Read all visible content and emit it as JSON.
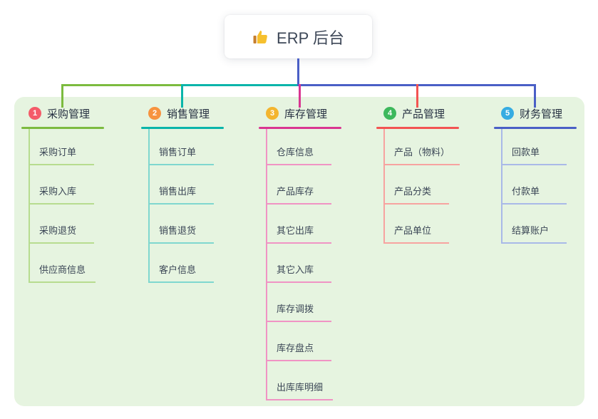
{
  "root": {
    "title": "ERP 后台",
    "icon": "thumbs-up-icon"
  },
  "branches": [
    {
      "num": "1",
      "label": "采购管理",
      "accent": "#7cbb3f",
      "light": "#b7dc8f",
      "badge_color": "#f45b69",
      "items": [
        "采购订单",
        "采购入库",
        "采购退货",
        "供应商信息"
      ]
    },
    {
      "num": "2",
      "label": "销售管理",
      "accent": "#0ab5aa",
      "light": "#7fd7cf",
      "badge_color": "#f7933f",
      "items": [
        "销售订单",
        "销售出库",
        "销售退货",
        "客户信息"
      ]
    },
    {
      "num": "3",
      "label": "库存管理",
      "accent": "#d93591",
      "light": "#f093c4",
      "badge_color": "#f3b52f",
      "items": [
        "仓库信息",
        "产品库存",
        "其它出库",
        "其它入库",
        "库存调拨",
        "库存盘点",
        "出库库明细"
      ]
    },
    {
      "num": "4",
      "label": "产品管理",
      "accent": "#f35352",
      "light": "#f7a3a0",
      "badge_color": "#3db85c",
      "items": [
        "产品（物料）",
        "产品分类",
        "产品单位"
      ]
    },
    {
      "num": "5",
      "label": "财务管理",
      "accent": "#4a5fc6",
      "light": "#a9b9e8",
      "badge_color": "#36ace2",
      "items": [
        "回款单",
        "付款单",
        "结算账户"
      ]
    }
  ],
  "colors": {
    "root_line": "#4a5fc6",
    "panel_bg": "#e6f4e0",
    "thumb_yellow": "#f6c02e",
    "thumb_cuff": "#c77f2e"
  }
}
